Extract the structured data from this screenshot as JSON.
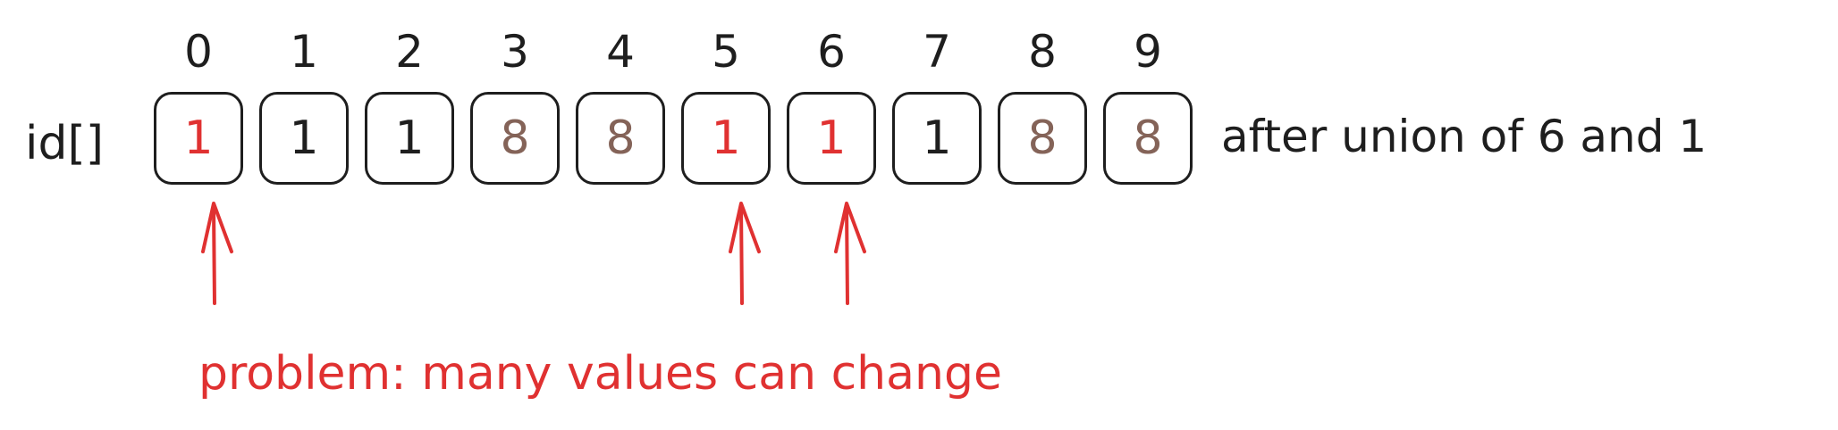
{
  "array_label": "id[]",
  "indices": [
    "0",
    "1",
    "2",
    "3",
    "4",
    "5",
    "6",
    "7",
    "8",
    "9"
  ],
  "cells": [
    {
      "value": "1",
      "color": "#e03131"
    },
    {
      "value": "1",
      "color": "#1e1e1e"
    },
    {
      "value": "1",
      "color": "#1e1e1e"
    },
    {
      "value": "8",
      "color": "#846358"
    },
    {
      "value": "8",
      "color": "#846358"
    },
    {
      "value": "1",
      "color": "#e03131"
    },
    {
      "value": "1",
      "color": "#e03131"
    },
    {
      "value": "1",
      "color": "#1e1e1e"
    },
    {
      "value": "8",
      "color": "#846358"
    },
    {
      "value": "8",
      "color": "#846358"
    }
  ],
  "caption": "after union of 6 and 1",
  "problem_text": "problem: many values can change",
  "problem_color": "#e03131",
  "arrow_color": "#e03131",
  "highlighted_indices": [
    0,
    5,
    6
  ],
  "icons": {
    "arrow": "arrow-up-icon"
  }
}
